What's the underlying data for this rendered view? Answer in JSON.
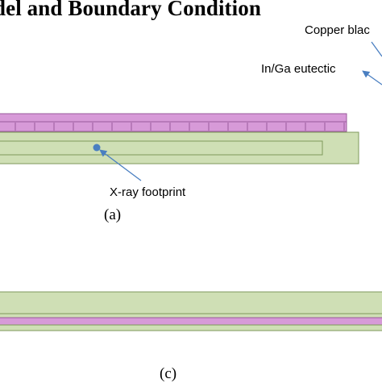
{
  "title": "del and Boundary Condition",
  "labels": {
    "copper_black": "Copper blac",
    "inga_eutectic": "In/Ga eutectic",
    "xray_footprint": "X-ray footprint"
  },
  "panels": {
    "a": "(a)",
    "c": "(c)"
  },
  "colors": {
    "green_layer": "#cfdfb5",
    "green_stroke": "#7f9a5c",
    "purple_layer": "#d79ad8",
    "purple_stroke": "#9a5a9b",
    "arrow": "#4a7fc1"
  }
}
